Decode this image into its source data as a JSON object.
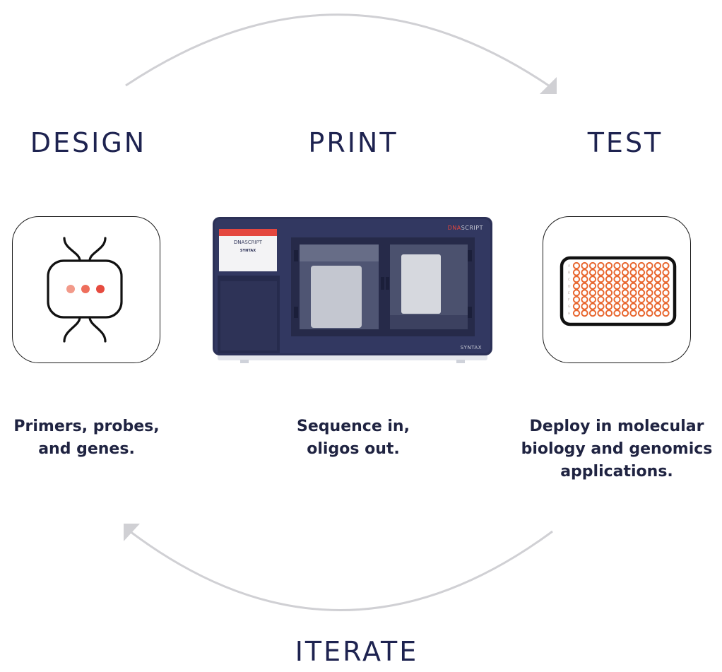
{
  "stages": {
    "design": {
      "title": "DESIGN",
      "caption_line1": "Primers, probes,",
      "caption_line2": "and genes."
    },
    "print": {
      "title": "PRINT",
      "caption_line1": "Sequence in,",
      "caption_line2": "oligos out."
    },
    "test": {
      "title": "TEST",
      "caption_line1": "Deploy in molecular",
      "caption_line2": "biology and genomics",
      "caption_line3": "applications."
    },
    "iterate": {
      "title": "ITERATE"
    }
  },
  "instrument": {
    "brand_dna": "DNA",
    "brand_script": "SCRIPT",
    "model": "SYNTAX",
    "screen_brand_dna": "DNA",
    "screen_brand_script": "SCRIPT",
    "screen_model": "SYNTAX"
  },
  "plate": {
    "row_letters": [
      "A",
      "B",
      "C",
      "D",
      "E",
      "F",
      "G",
      "H"
    ],
    "rows": 8,
    "columns": 12
  },
  "colors": {
    "title": "#1e2350",
    "caption": "#1f2341",
    "arrow": "#d0d0d4",
    "accent_orange": "#e8672f",
    "dot_light": "#f29a8a",
    "dot_mid": "#ee6e5c",
    "dot_dark": "#e64b3f",
    "instrument_body": "#2c3157",
    "instrument_red": "#e4473f"
  }
}
